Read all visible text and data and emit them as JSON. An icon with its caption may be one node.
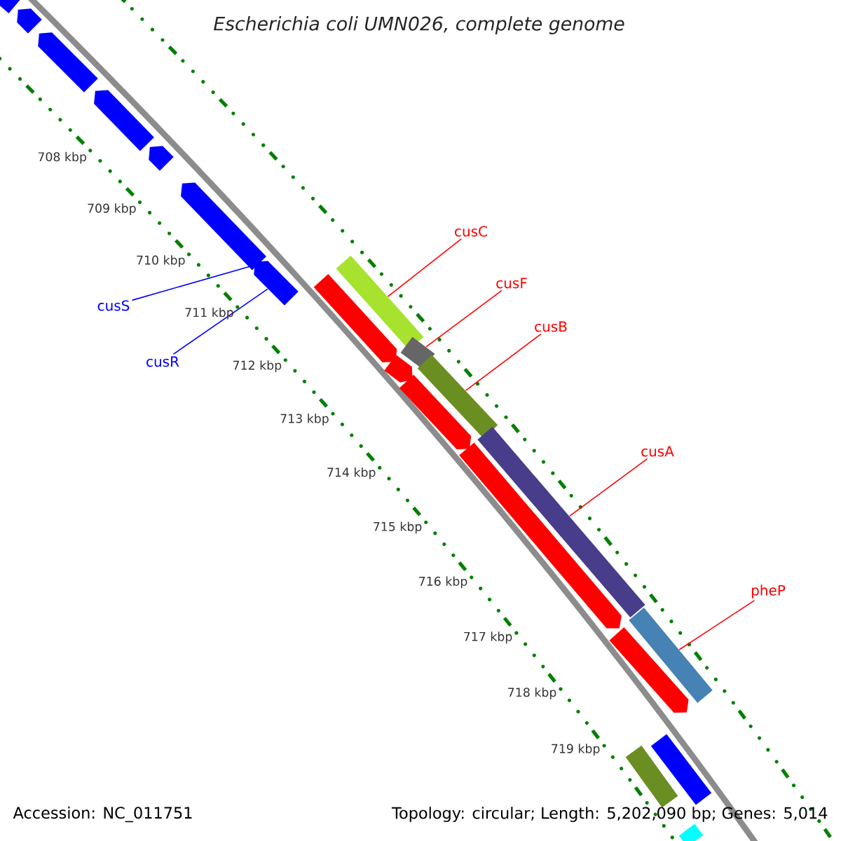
{
  "diagram": {
    "title": "Escherichia coli UMN026, complete genome",
    "nodes": [
      {
        "text": [
          "cusC"
        ]
      },
      {
        "text": [
          "cusF"
        ]
      },
      {
        "text": [
          "cusB"
        ]
      },
      {
        "text": [
          "cusA"
        ]
      },
      {
        "text": [
          "pheP"
        ]
      },
      {
        "text": [
          "cusS"
        ]
      },
      {
        "text": [
          "cusR"
        ]
      },
      {
        "text": [],
        "shape": "bar"
      },
      {
        "text": [],
        "shape": "bar"
      },
      {
        "text": [],
        "shape": "bar"
      },
      {
        "text": [],
        "shape": "bar"
      },
      {
        "text": [],
        "shape": "bar"
      },
      {
        "text": [],
        "shape": "arrow"
      },
      {
        "text": [],
        "shape": "arrow"
      },
      {
        "text": [],
        "shape": "arrow"
      },
      {
        "text": [],
        "shape": "arrow"
      },
      {
        "text": [],
        "shape": "arrow"
      },
      {
        "text": [],
        "shape": "arrow"
      },
      {
        "text": [],
        "shape": "arrow"
      },
      {
        "text": [],
        "shape": "arrow"
      },
      {
        "text": [],
        "shape": "arrow"
      },
      {
        "text": [],
        "shape": "arrow"
      },
      {
        "text": [],
        "shape": "arrow"
      },
      {
        "text": [],
        "shape": "arrow"
      },
      {
        "text": [],
        "shape": "bar"
      },
      {
        "text": [],
        "shape": "bar"
      },
      {
        "text": [],
        "shape": "bar"
      }
    ],
    "edges": [
      {
        "from": 0,
        "to": 7,
        "arrow": "none"
      },
      {
        "from": 1,
        "to": 8,
        "arrow": "none"
      },
      {
        "from": 2,
        "to": 9,
        "arrow": "none"
      },
      {
        "from": 3,
        "to": 10,
        "arrow": "none"
      },
      {
        "from": 4,
        "to": 11,
        "arrow": "none"
      },
      {
        "from": 5,
        "to": 12,
        "arrow": "none",
        "color": "#0000ff"
      },
      {
        "from": 6,
        "to": 13,
        "arrow": "none",
        "color": "#0000ff"
      }
    ],
    "labels": [
      "708 kbp",
      "709 kbp",
      "710 kbp",
      "711 kbp",
      "712 kbp",
      "713 kbp",
      "714 kbp",
      "715 kbp",
      "716 kbp",
      "717 kbp",
      "718 kbp",
      "719 kbp",
      "Accession: NC_011751",
      "Topology: circular; Length: 5,202,090 bp; Genes: 5,014"
    ]
  }
}
